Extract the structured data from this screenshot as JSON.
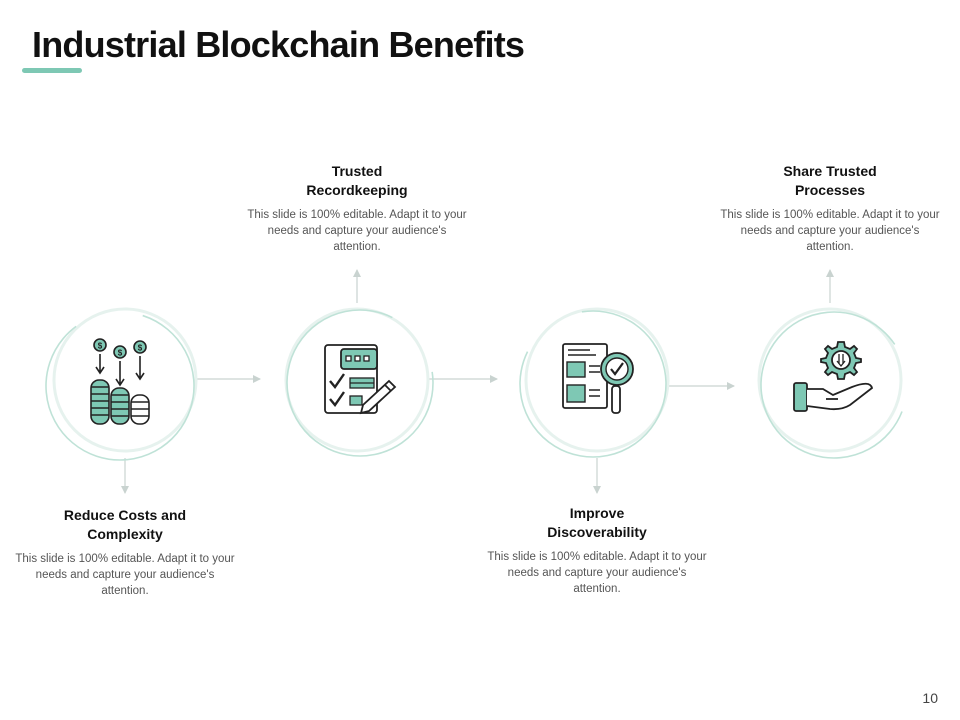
{
  "slide": {
    "title": "Industrial Blockchain Benefits",
    "page_number": "10",
    "accent_color": "#7ec8b4"
  },
  "steps": [
    {
      "title": "Reduce Costs and Complexity",
      "description": "This slide is 100% editable. Adapt it to your needs and capture your audience's attention.",
      "icon": "coins-stack-icon",
      "label_position": "below"
    },
    {
      "title": "Trusted Recordkeeping",
      "description": "This slide is 100% editable. Adapt it to your needs and capture your audience's attention.",
      "icon": "checklist-document-icon",
      "label_position": "above"
    },
    {
      "title": "Improve Discoverability",
      "description": "This slide is 100% editable. Adapt it to your needs and capture your audience's attention.",
      "icon": "document-search-icon",
      "label_position": "below"
    },
    {
      "title": "Share Trusted Processes",
      "description": "This slide is 100% editable. Adapt it to your needs and capture your audience's attention.",
      "icon": "hand-gear-icon",
      "label_position": "above"
    }
  ]
}
